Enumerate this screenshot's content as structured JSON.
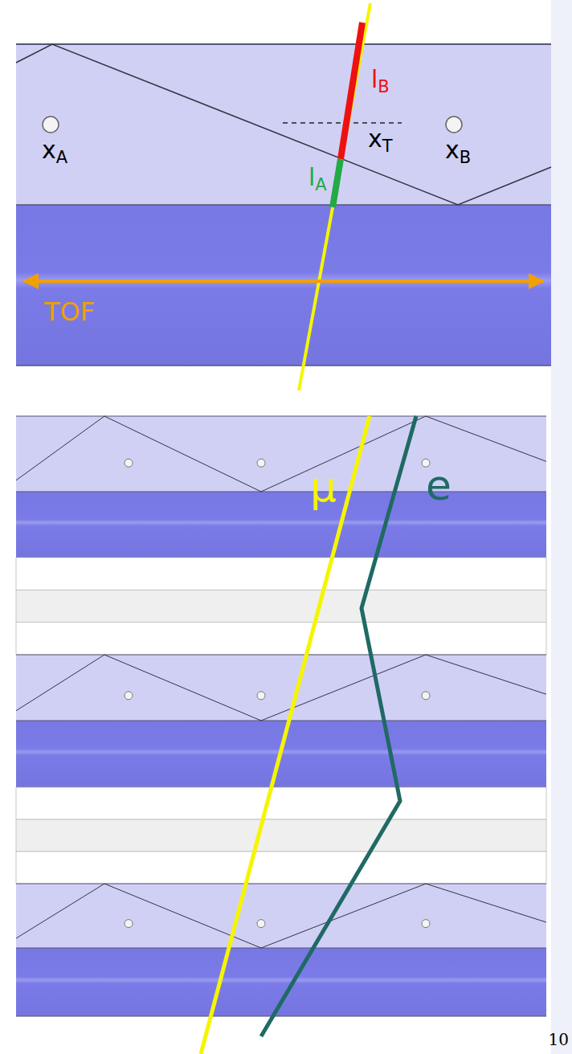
{
  "diagram": {
    "labels": [
      "xA",
      "xB",
      "lB",
      "xT",
      "lA",
      "TOF",
      "μ",
      "e",
      "10"
    ]
  }
}
